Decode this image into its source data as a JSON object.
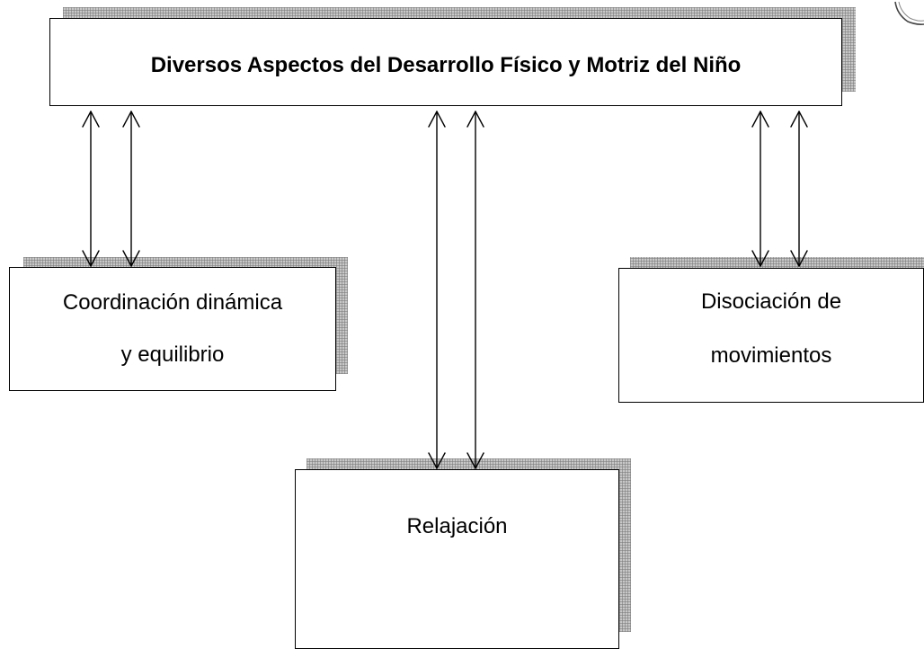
{
  "diagram": {
    "title": "Diversos Aspectos del Desarrollo  Físico y Motriz del Niño",
    "nodes": {
      "coordinacion": {
        "line1": "Coordinación dinámica",
        "line2": "y equilibrio"
      },
      "disociacion": {
        "line1": "Disociación de",
        "line2": "movimientos"
      },
      "relajacion": {
        "label": "Relajación"
      }
    },
    "edges": [
      {
        "from": "title",
        "to": "coordinacion",
        "type": "bidirectional-pair"
      },
      {
        "from": "title",
        "to": "relajacion",
        "type": "bidirectional-pair"
      },
      {
        "from": "title",
        "to": "disociacion",
        "type": "bidirectional-pair"
      }
    ]
  }
}
